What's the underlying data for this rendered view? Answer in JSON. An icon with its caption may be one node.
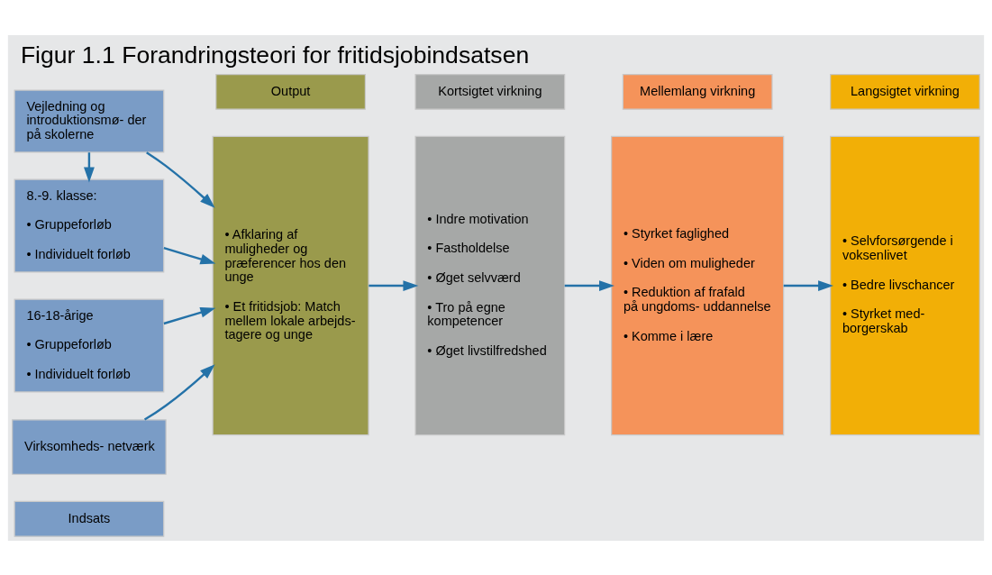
{
  "diagram": {
    "title": "Figur 1.1 Forandringsteori for fritidsjobindsatsen",
    "nodes": [
      {
        "text": [
          "Indsats"
        ]
      },
      {
        "text": [
          "Output"
        ]
      },
      {
        "text": [
          "Kortsigtet virkning"
        ]
      },
      {
        "text": [
          "Mellemlang virkning"
        ]
      },
      {
        "text": [
          "Langsigtet virkning"
        ]
      },
      {
        "text": [
          "Vejledning og introduktionsmø- der på skolerne"
        ]
      },
      {
        "text": [
          "8.-9. klasse:",
          "• Gruppeforløb",
          "• Individuelt forløb"
        ]
      },
      {
        "text": [
          "16-18-årige",
          "• Gruppeforløb",
          "• Individuelt forløb"
        ]
      },
      {
        "text": [
          "Virksomheds- netværk"
        ]
      },
      {
        "text": [
          "• Afklaring af muligheder og præferencer hos den unge",
          "• Et fritidsjob: Match mellem lokale arbejds- tagere og unge"
        ]
      },
      {
        "text": [
          "• Indre motivation",
          "• Fastholdelse",
          "• Øget selvværd",
          "• Tro på egne kompetencer",
          "• Øget livstilfredshed"
        ]
      },
      {
        "text": [
          "• Styrket faglighed",
          "• Viden om muligheder",
          "• Reduktion af frafald på ungdoms- uddannelse",
          "• Komme i lære"
        ]
      },
      {
        "text": [
          "• Selvforsørgende i voksenlivet",
          "• Bedre livschancer",
          "• Styrket med- borgerskab"
        ]
      }
    ],
    "edges": [
      {
        "from": 5,
        "to": 9,
        "arrow": "to"
      },
      {
        "from": 5,
        "to": 6,
        "arrow": "to"
      },
      {
        "from": 6,
        "to": 9,
        "arrow": "to"
      },
      {
        "from": 7,
        "to": 9,
        "arrow": "to"
      },
      {
        "from": 8,
        "to": 9,
        "arrow": "to"
      },
      {
        "from": 9,
        "to": 10,
        "arrow": "to"
      },
      {
        "from": 10,
        "to": 11,
        "arrow": "to"
      },
      {
        "from": 11,
        "to": 12,
        "arrow": "to"
      }
    ]
  }
}
